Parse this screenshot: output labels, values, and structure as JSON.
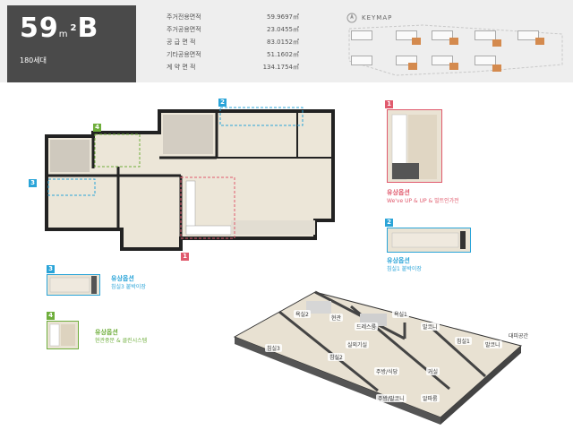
{
  "unit": {
    "type_num": "59",
    "sub": "m",
    "sup": "2",
    "letter": "B",
    "households": "180세대"
  },
  "areas": [
    {
      "label": "주거전용면적",
      "value": "59.9697㎡"
    },
    {
      "label": "주거공용면적",
      "value": "23.0455㎡"
    },
    {
      "label": "공 급 면 적",
      "value": "83.0152㎡"
    },
    {
      "label": "기타공용면적",
      "value": "51.1602㎡"
    },
    {
      "label": "계 약 면 적",
      "value": "134.1754㎡"
    }
  ],
  "keymap": {
    "title": "KEYMAP"
  },
  "options": [
    {
      "num": "1",
      "title": "유상옵션",
      "desc": "We've UP & UP & 빌트인가전",
      "color": "#e05a6d"
    },
    {
      "num": "2",
      "title": "유상옵션",
      "desc": "침실1 붙박이장",
      "color": "#2aa4d8"
    },
    {
      "num": "3",
      "title": "유상옵션",
      "desc": "침실3 붙박이장",
      "color": "#2aa4d8"
    },
    {
      "num": "4",
      "title": "유상옵션",
      "desc": "현관중문 & 클린시스템",
      "color": "#6fae3c"
    }
  ],
  "plan_badges": [
    "1",
    "2",
    "3",
    "4"
  ],
  "rooms": [
    "침실3",
    "침실2",
    "침실1",
    "거실",
    "주방/식당",
    "욕실2",
    "욕실1",
    "드레스룸",
    "현관",
    "발코니",
    "대피공간",
    "실외기실",
    "발코니",
    "주방/발코니",
    "알파룸"
  ]
}
